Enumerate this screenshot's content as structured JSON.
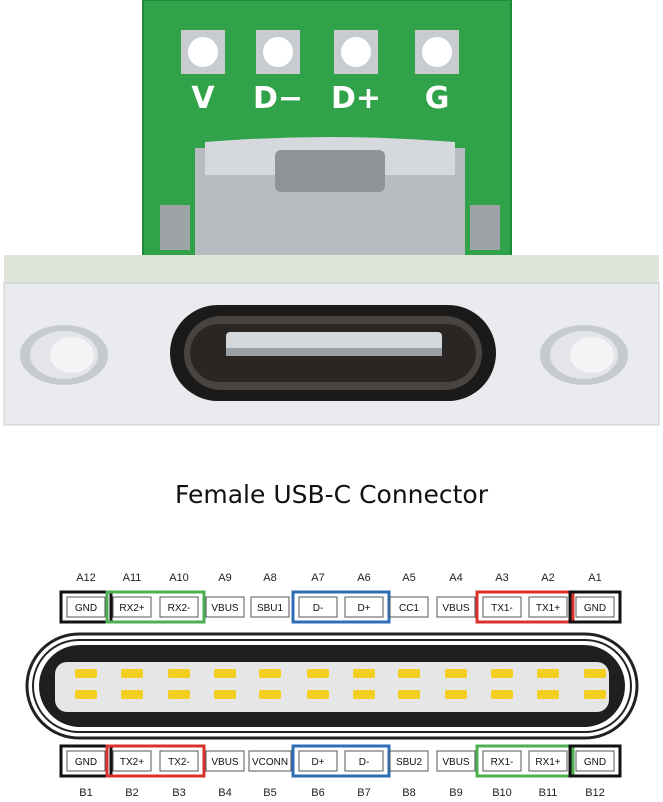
{
  "caption": "Female USB-C Connector",
  "pcb_labels": [
    "V",
    "D−",
    "D+",
    "G"
  ],
  "top_row": {
    "pins": [
      "A12",
      "A11",
      "A10",
      "A9",
      "A8",
      "A7",
      "A6",
      "A5",
      "A4",
      "A3",
      "A2",
      "A1"
    ],
    "signals": [
      "GND",
      "RX2+",
      "RX2-",
      "VBUS",
      "SBU1",
      "D-",
      "D+",
      "CC1",
      "VBUS",
      "TX1-",
      "TX1+",
      "GND"
    ]
  },
  "bottom_row": {
    "pins": [
      "B1",
      "B2",
      "B3",
      "B4",
      "B5",
      "B6",
      "B7",
      "B8",
      "B9",
      "B10",
      "B11",
      "B12"
    ],
    "signals": [
      "GND",
      "TX2+",
      "TX2-",
      "VBUS",
      "VCONN",
      "D+",
      "D-",
      "SBU2",
      "VBUS",
      "RX1-",
      "RX1+",
      "GND"
    ]
  },
  "groups": {
    "top": [
      {
        "from": 0,
        "to": 0,
        "color": "#111111"
      },
      {
        "from": 1,
        "to": 2,
        "color": "#4caf50"
      },
      {
        "from": 5,
        "to": 6,
        "color": "#2f6db5"
      },
      {
        "from": 9,
        "to": 10,
        "color": "#d9312b"
      },
      {
        "from": 11,
        "to": 11,
        "color": "#111111"
      }
    ],
    "bottom": [
      {
        "from": 0,
        "to": 0,
        "color": "#111111"
      },
      {
        "from": 1,
        "to": 2,
        "color": "#d9312b"
      },
      {
        "from": 5,
        "to": 6,
        "color": "#2f6db5"
      },
      {
        "from": 9,
        "to": 10,
        "color": "#4caf50"
      },
      {
        "from": 11,
        "to": 11,
        "color": "#111111"
      }
    ]
  },
  "colors": {
    "pcb": "#2fa24a",
    "plate": "#e9ebee",
    "contact": "#f2cf1f",
    "receptacle": "#222222"
  }
}
